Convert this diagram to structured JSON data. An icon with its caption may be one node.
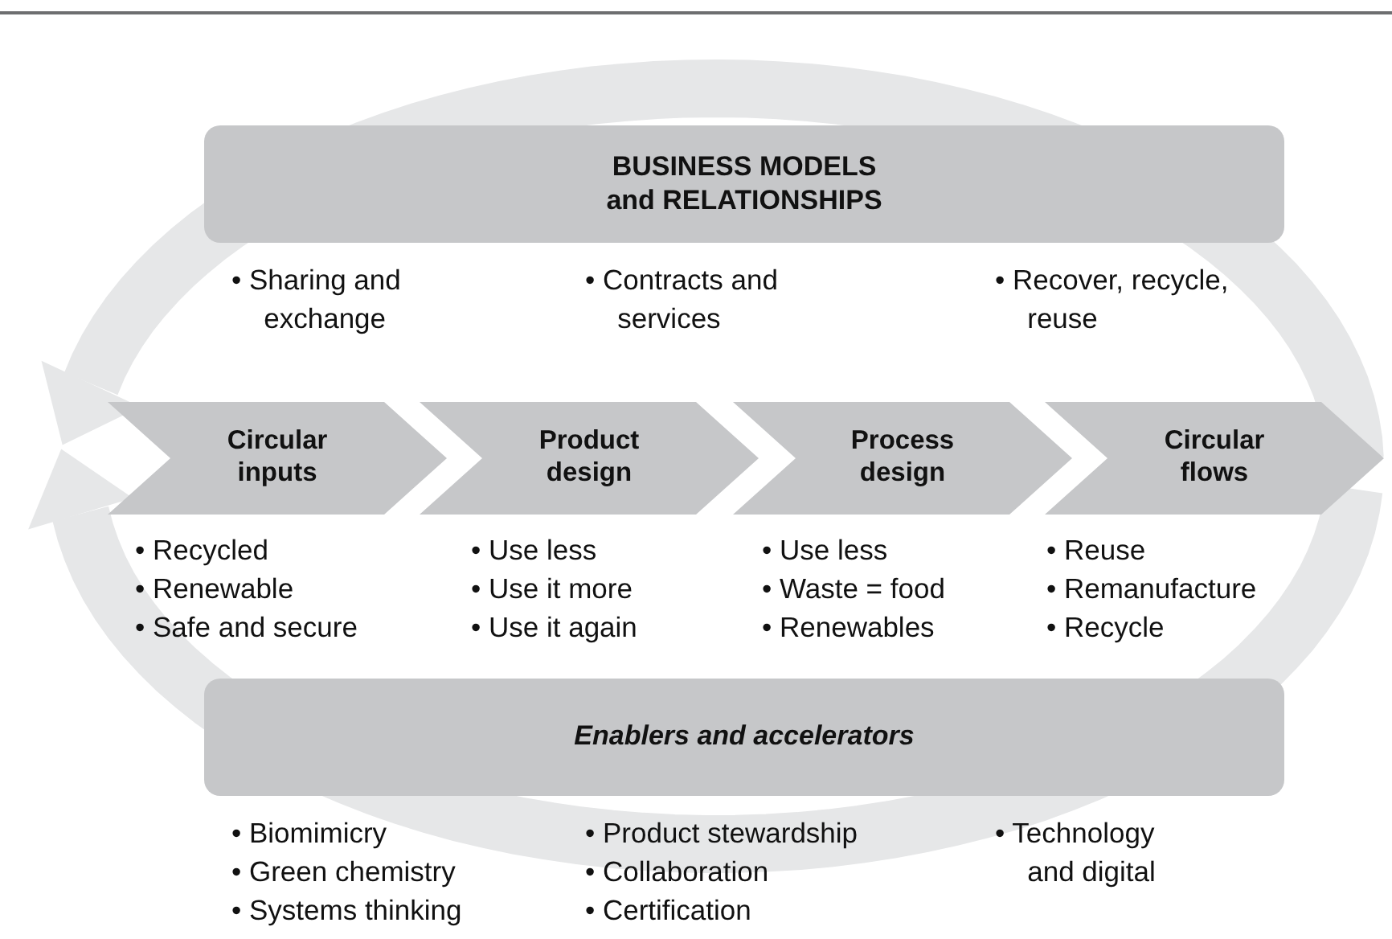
{
  "diagram": {
    "nodes": [
      {
        "text": [
          "BUSINESS MODELS and RELATIONSHIPS"
        ],
        "beside": [
          "• Sharing and exchange",
          "• Contracts and services",
          "• Recover, recycle, reuse"
        ]
      },
      {
        "text": [
          "Circular inputs"
        ],
        "beside": [
          "• Recycled",
          "• Renewable",
          "• Safe and secure"
        ]
      },
      {
        "text": [
          "Product design"
        ],
        "beside": [
          "• Use less",
          "• Use it more",
          "• Use it again"
        ]
      },
      {
        "text": [
          "Process design"
        ],
        "beside": [
          "• Use less",
          "• Waste = food",
          "• Renewables"
        ]
      },
      {
        "text": [
          "Circular flows"
        ],
        "beside": [
          "• Reuse",
          "• Remanufacture",
          "• Recycle"
        ]
      },
      {
        "text": [
          "Enablers and accelerators"
        ],
        "beside": [
          "• Biomimicry",
          "• Green chemistry",
          "• Systems thinking",
          "• Product stewardship",
          "• Collaboration",
          "• Certification",
          "• Technology and digital"
        ]
      }
    ]
  }
}
